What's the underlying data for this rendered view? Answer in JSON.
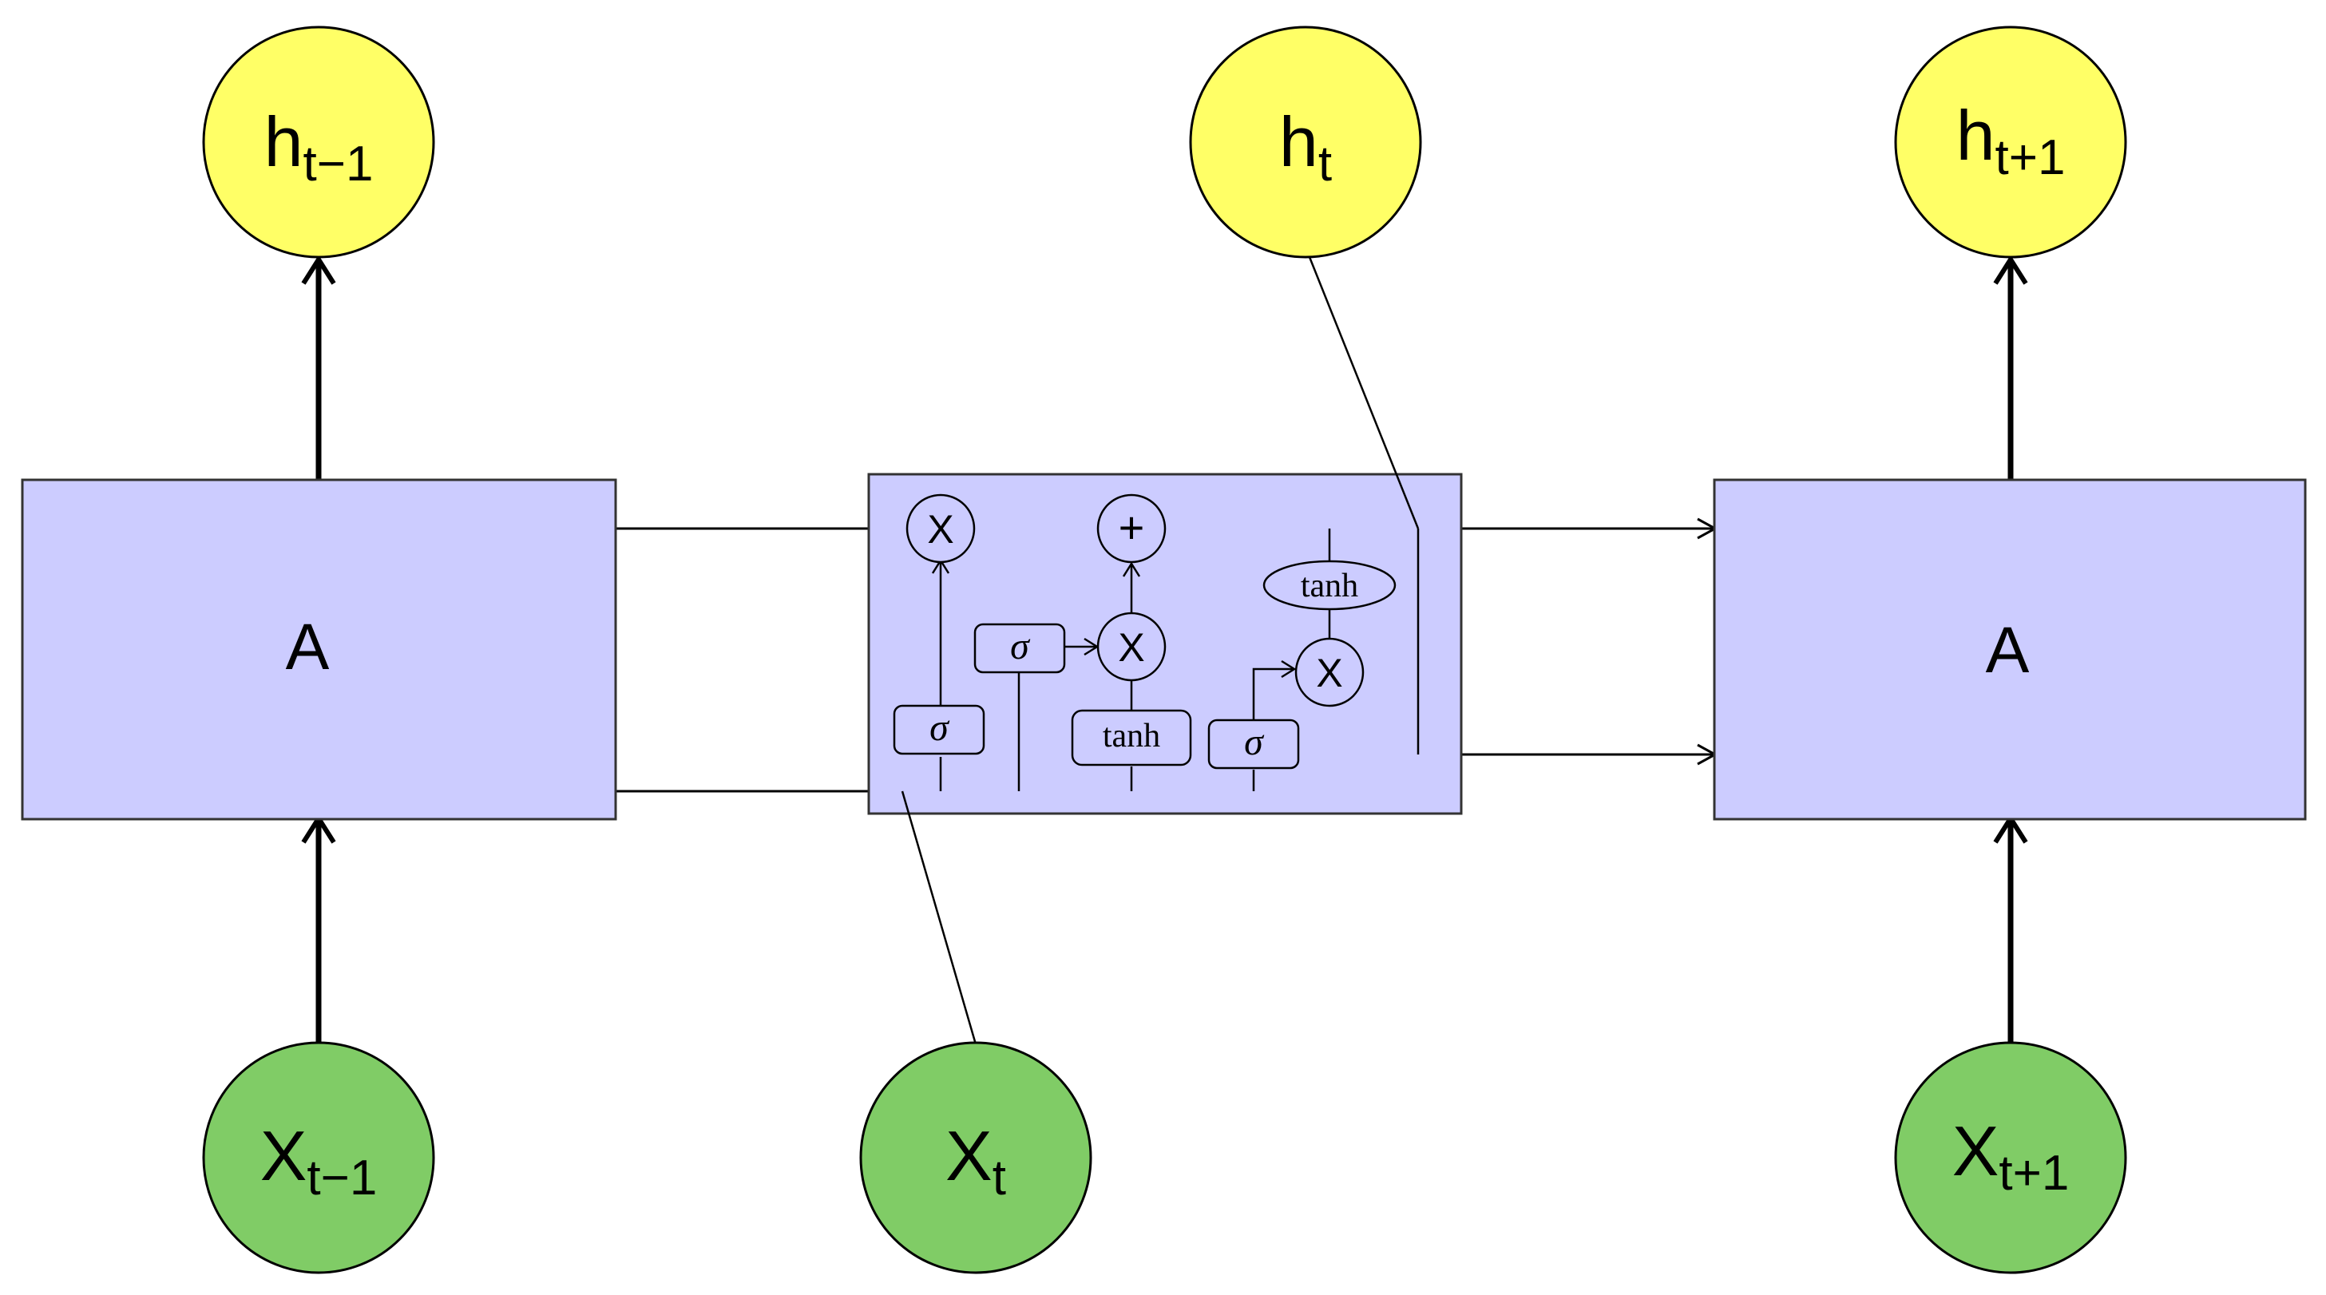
{
  "outputs": [
    {
      "main": "h",
      "sub": "t−1"
    },
    {
      "main": "h",
      "sub": "t"
    },
    {
      "main": "h",
      "sub": "t+1"
    }
  ],
  "inputs": [
    {
      "main": "X",
      "sub": "t−1"
    },
    {
      "main": "X",
      "sub": "t"
    },
    {
      "main": "X",
      "sub": "t+1"
    }
  ],
  "blocks": {
    "left_label": "A",
    "right_label": "A"
  },
  "cell": {
    "mult_symbol": "X",
    "add_symbol": "+",
    "sigma_symbol": "σ",
    "tanh_label": "tanh"
  },
  "colors": {
    "output_node": "#ffff66",
    "input_node": "#80cc66",
    "block_fill": "#ccccff",
    "line": "#000000"
  }
}
